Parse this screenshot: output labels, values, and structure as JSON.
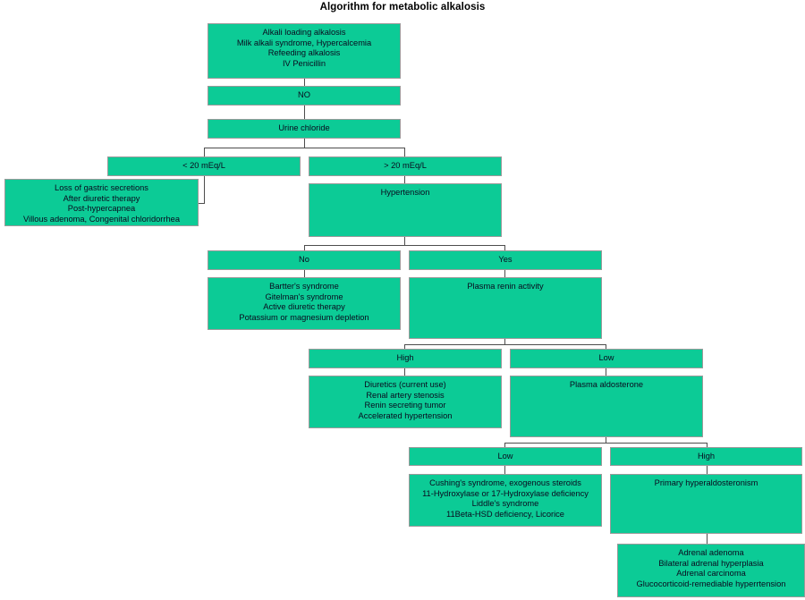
{
  "title": "Algorithm for metabolic alkalosis",
  "colors": {
    "node_fill": "#0ccb96",
    "node_border": "#9a9a9a",
    "connector": "#4d4d4d",
    "text": "#0a0a1e",
    "background": "#ffffff"
  },
  "nodes": {
    "alkali_loading": "Alkali loading alkalosis\nMilk alkali syndrome, Hypercalcemia\nRefeeding alkalosis\nIV Penicillin",
    "no_top": "NO",
    "urine_chloride": "Urine chloride",
    "cl_lt20": "< 20 mEq/L",
    "cl_gt20": "> 20 mEq/L",
    "low_chloride_causes": "Loss of gastric secretions\nAfter diuretic therapy\nPost-hypercapnea\nVillous adenoma, Congenital chloridorrhea",
    "hypertension": "Hypertension",
    "htn_no": "No",
    "htn_yes": "Yes",
    "normotensive_causes": "Bartter's syndrome\nGitelman's syndrome\nActive diuretic therapy\nPotassium or magnesium depletion",
    "plasma_renin_activity": "Plasma renin activity",
    "renin_high": "High",
    "renin_low": "Low",
    "high_renin_causes": "Diuretics (current use)\nRenal artery stenosis\nRenin secreting tumor\nAccelerated hypertension",
    "plasma_aldosterone": "Plasma aldosterone",
    "aldo_low": "Low",
    "aldo_high": "High",
    "low_aldo_causes": "Cushing's syndrome, exogenous steroids\n11-Hydroxylase or 17-Hydroxylase deficiency\nLiddle's syndrome\n11Beta-HSD deficiency, Licorice",
    "primary_hyperaldosteronism": "Primary hyperaldosteronism",
    "primary_hyperaldo_causes": "Adrenal adenoma\nBilateral adrenal hyperplasia\nAdrenal carcinoma\nGlucocorticoid-remediable hyperrtension"
  }
}
